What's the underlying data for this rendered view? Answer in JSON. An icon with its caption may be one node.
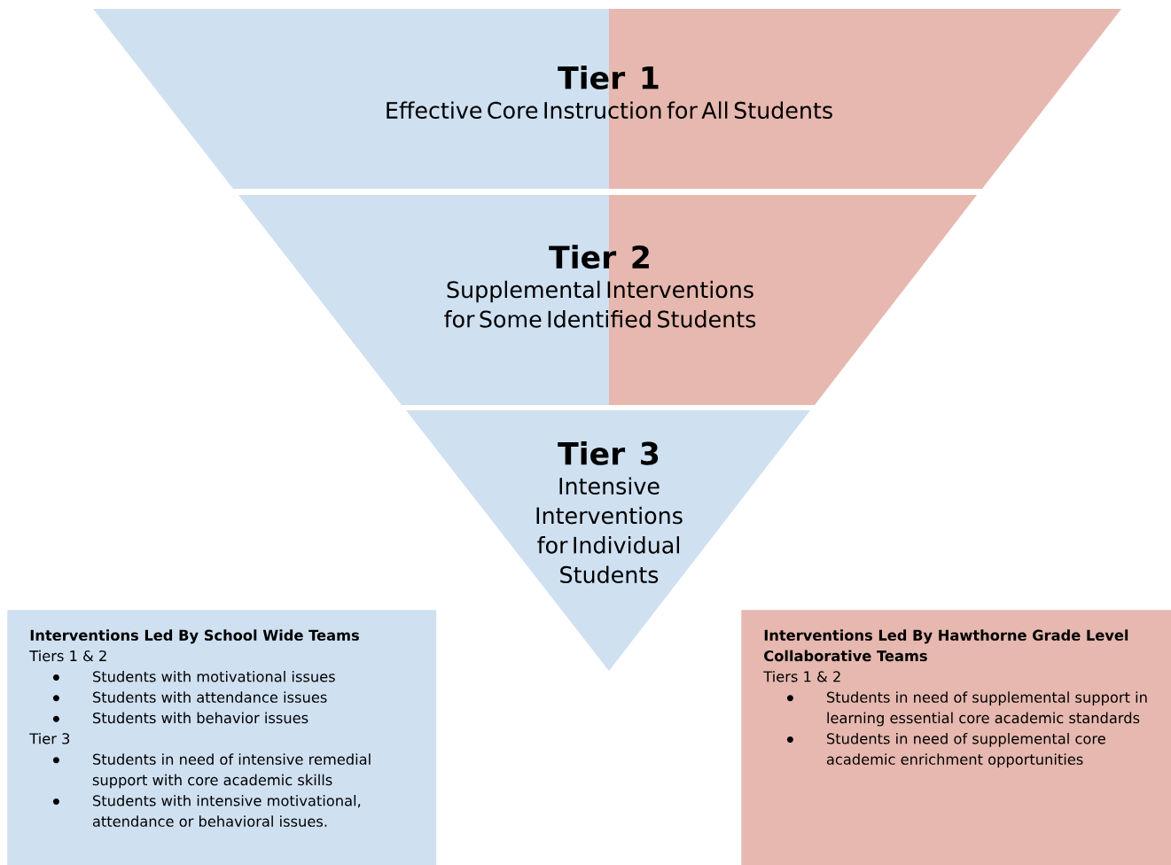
{
  "diagram": {
    "nodes": [
      {
        "text": [
          "Tier 1",
          "Effective Core Instruction for All Students"
        ]
      },
      {
        "text": [
          "Tier 2",
          "Supplemental Interventions for Some Identified Students"
        ]
      },
      {
        "text": [
          "Tier 3",
          "Intensive Interventions for Individual Students"
        ]
      },
      {
        "text": [
          "Interventions Led By School Wide Teams",
          "Tiers 1 & 2",
          "Students with motivational issues",
          "Students with attendance issues",
          "Students with behavior issues",
          "Tier 3",
          "Students in need of intensive remedial support with core academic skills",
          "Students with intensive motivational, attendance or behavioral issues."
        ]
      },
      {
        "text": [
          "Interventions Led By Hawthorne Grade Level Collaborative Teams",
          "Tiers 1 & 2",
          "Students in need of supplemental support in learning essential core academic standards",
          "Students in need of supplemental core academic enrichment opportunities"
        ]
      }
    ],
    "edges": []
  }
}
